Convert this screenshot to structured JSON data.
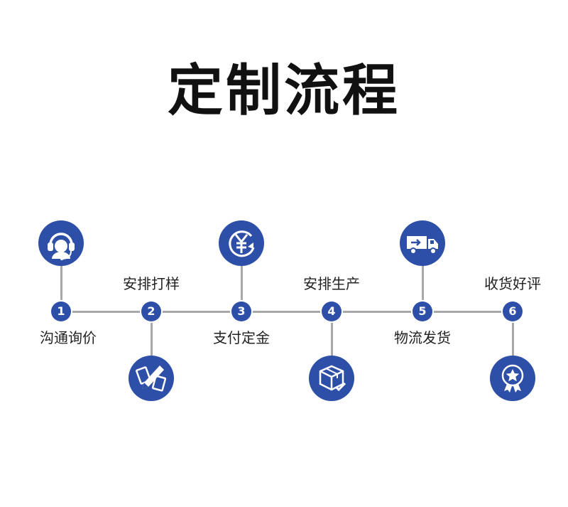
{
  "title": "定制流程",
  "colors": {
    "accent": "#2e4fa7",
    "line": "#a8a8a8",
    "text": "#222222"
  },
  "steps": [
    {
      "number": "1",
      "label": "沟通询价",
      "icon": "customer-service-headset-icon"
    },
    {
      "number": "2",
      "label": "安排打样",
      "icon": "pencil-ruler-icon"
    },
    {
      "number": "3",
      "label": "支付定金",
      "icon": "yuan-payment-icon"
    },
    {
      "number": "4",
      "label": "安排生产",
      "icon": "package-box-check-icon"
    },
    {
      "number": "5",
      "label": "物流发货",
      "icon": "delivery-truck-icon"
    },
    {
      "number": "6",
      "label": "收货好评",
      "icon": "star-badge-icon"
    }
  ]
}
